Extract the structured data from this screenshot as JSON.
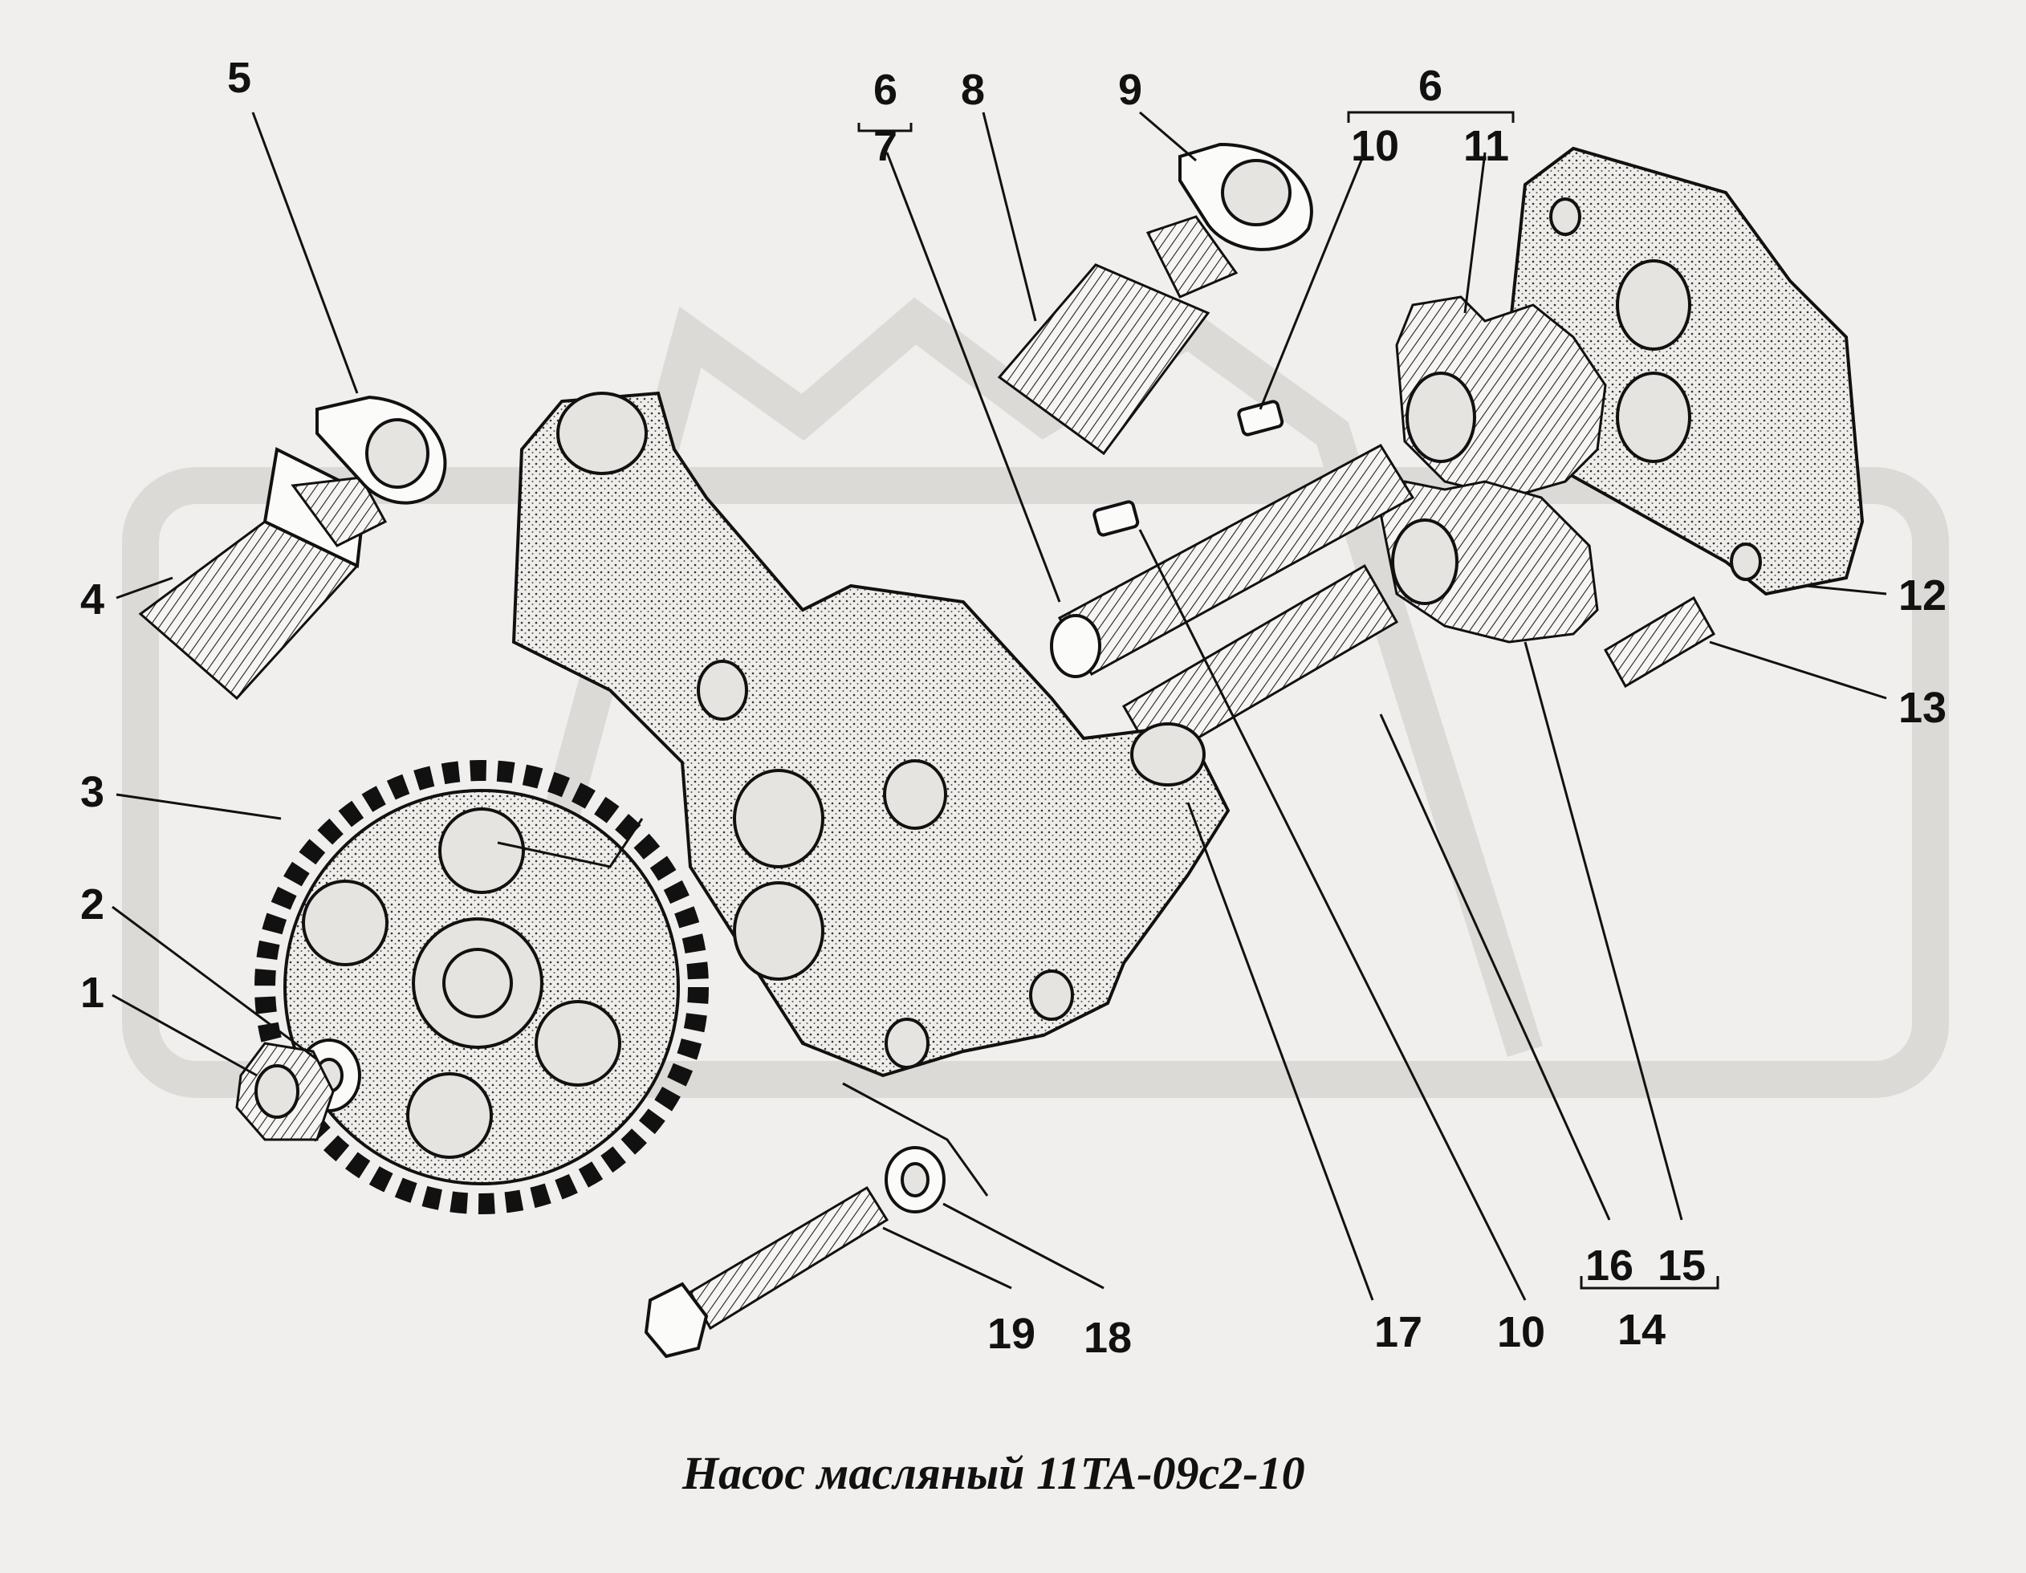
{
  "caption": "Насос масляный 11ТА-09с2-10",
  "labels": {
    "l1": "1",
    "l2": "2",
    "l3": "3",
    "l4": "4",
    "l5": "5",
    "l6a": "6",
    "l7": "7",
    "l8": "8",
    "l9": "9",
    "l6b": "6",
    "l10a": "10",
    "l11": "11",
    "l12": "12",
    "l13": "13",
    "l16": "16",
    "l15": "15",
    "l14": "14",
    "l17": "17",
    "l10b": "10",
    "l18": "18",
    "l19": "19"
  },
  "colors": {
    "background": "#f0efed",
    "ink": "#111111",
    "watermark": "#dcdad6"
  }
}
